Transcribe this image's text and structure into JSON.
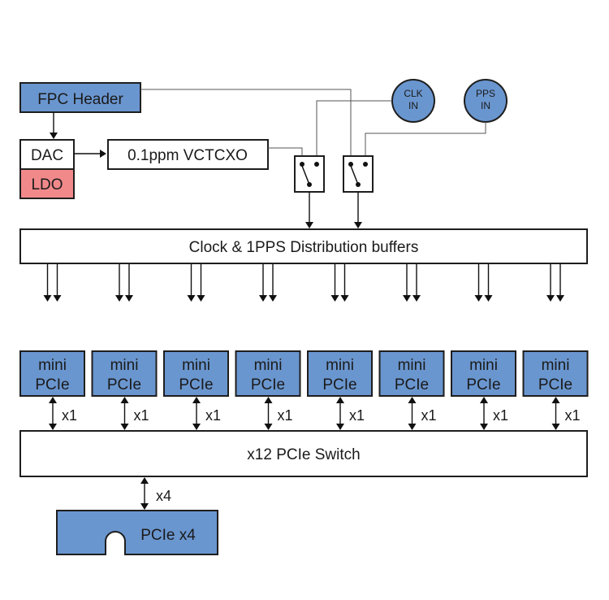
{
  "colors": {
    "blue_block": "#6a96cf",
    "pink_block": "#f1898b",
    "white_block": "#ffffff",
    "stroke": "#1e1e1e"
  },
  "blocks": {
    "fpc_header": "FPC Header",
    "dac": "DAC",
    "ldo": "LDO",
    "vctcxo": "0.1ppm VCTCXO",
    "clk_in": [
      "CLK",
      "IN"
    ],
    "pps_in": [
      "PPS",
      "IN"
    ],
    "distribution": "Clock & 1PPS Distribution buffers",
    "pcie_switch": "x12 PCIe Switch",
    "pcie_x4": "PCIe x4"
  },
  "mini_pcie_slots": [
    {
      "line1": "mini",
      "line2": "PCIe",
      "link": "x1"
    },
    {
      "line1": "mini",
      "line2": "PCIe",
      "link": "x1"
    },
    {
      "line1": "mini",
      "line2": "PCIe",
      "link": "x1"
    },
    {
      "line1": "mini",
      "line2": "PCIe",
      "link": "x1"
    },
    {
      "line1": "mini",
      "line2": "PCIe",
      "link": "x1"
    },
    {
      "line1": "mini",
      "line2": "PCIe",
      "link": "x1"
    },
    {
      "line1": "mini",
      "line2": "PCIe",
      "link": "x1"
    },
    {
      "line1": "mini",
      "line2": "PCIe",
      "link": "x1"
    }
  ],
  "uplink_label": "x4"
}
